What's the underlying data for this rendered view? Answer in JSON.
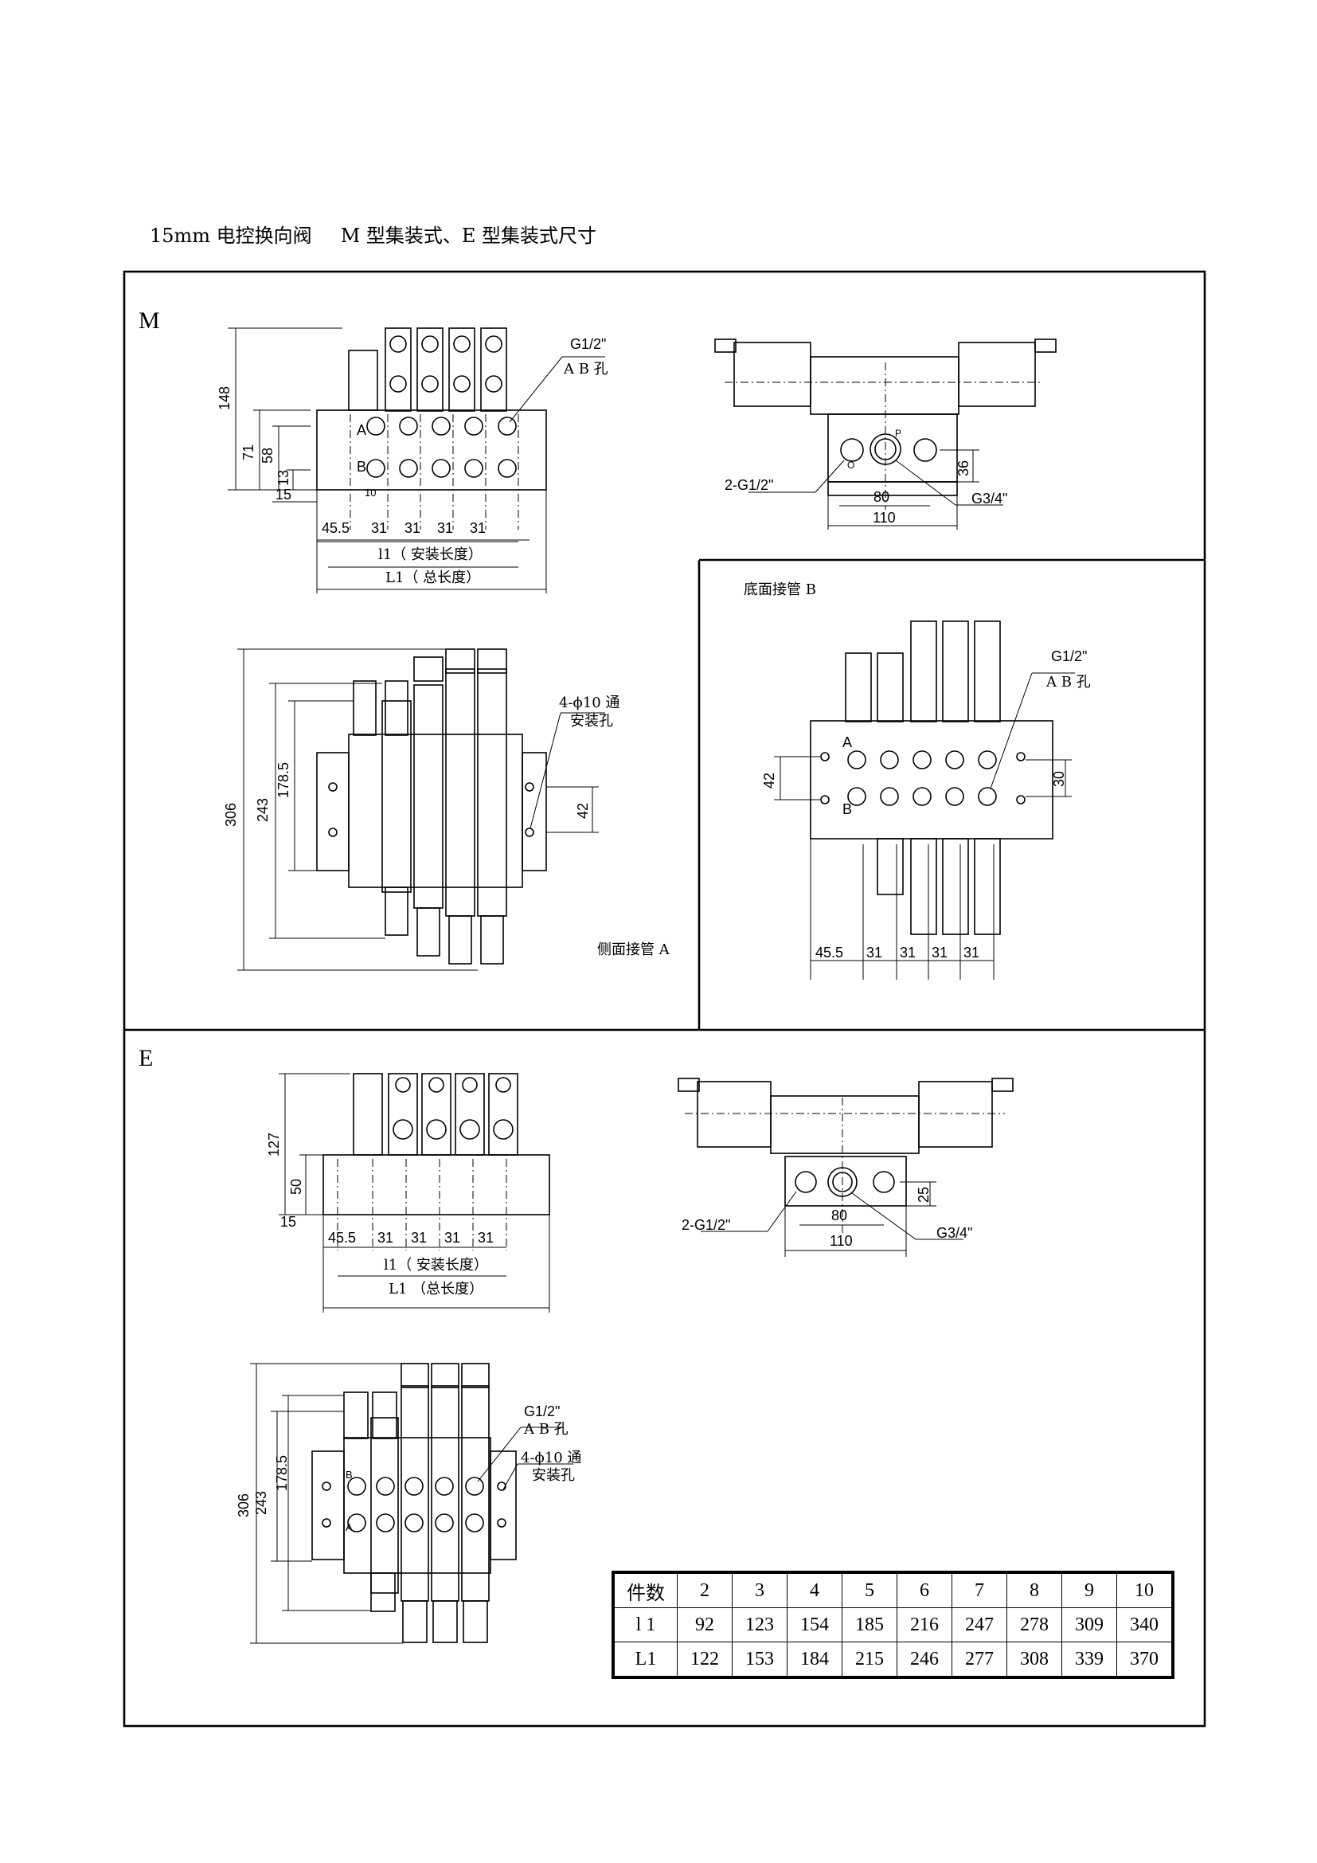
{
  "header": {
    "title_left": "15mm 电控换向阀",
    "title_right": "M 型集装式、E 型集装式尺寸"
  },
  "sections": {
    "m_label": "M",
    "e_label": "E"
  },
  "m_front": {
    "dims": [
      "148",
      "71",
      "58",
      "13",
      "15",
      "45.5",
      "31",
      "31",
      "31",
      "31"
    ],
    "port_labels": [
      "A",
      "B"
    ],
    "pitch_label": "10",
    "note_g12": "G1/2\"",
    "note_ab": "A B 孔",
    "l1_small": "l1（ 安装长度）",
    "l1_total": "L1（ 总长度）"
  },
  "m_side": {
    "dims": [
      "36",
      "80",
      "110"
    ],
    "note_2g12": "2-G1/2\"",
    "note_g34": "G3/4\"",
    "p_label": "P",
    "o_label": "O"
  },
  "m_top": {
    "dims": [
      "306",
      "243",
      "178.5",
      "42"
    ],
    "note_holes": "4-ϕ10 通",
    "note_holes2": "安装孔",
    "caption": "侧面接管 A"
  },
  "m_bottom": {
    "caption": "底面接管 B",
    "note_g12": "G1/2\"",
    "note_ab": "A B 孔",
    "dims": [
      "42",
      "30",
      "45.5",
      "31",
      "31",
      "31",
      "31"
    ],
    "port_labels": [
      "A",
      "B"
    ]
  },
  "e_front": {
    "dims": [
      "127",
      "50",
      "15",
      "45.5",
      "31",
      "31",
      "31",
      "31"
    ],
    "l1_small": "l1（ 安装长度）",
    "l1_total": "L1 （总长度）"
  },
  "e_side": {
    "dims": [
      "25",
      "80",
      "110"
    ],
    "note_2g12": "2-G1/2\"",
    "note_g34": "G3/4\""
  },
  "e_top": {
    "dims": [
      "306",
      "243",
      "178.5"
    ],
    "note_g12": "G1/2\"",
    "note_ab": "A B 孔",
    "note_holes": "4-ϕ10 通",
    "note_holes2": "安装孔",
    "port_labels": [
      "A",
      "B"
    ]
  },
  "table": {
    "rows": [
      [
        "件数",
        "2",
        "3",
        "4",
        "5",
        "6",
        "7",
        "8",
        "9",
        "10"
      ],
      [
        "l 1",
        "92",
        "123",
        "154",
        "185",
        "216",
        "247",
        "278",
        "309",
        "340"
      ],
      [
        "L1",
        "122",
        "153",
        "184",
        "215",
        "246",
        "277",
        "308",
        "339",
        "370"
      ]
    ]
  }
}
